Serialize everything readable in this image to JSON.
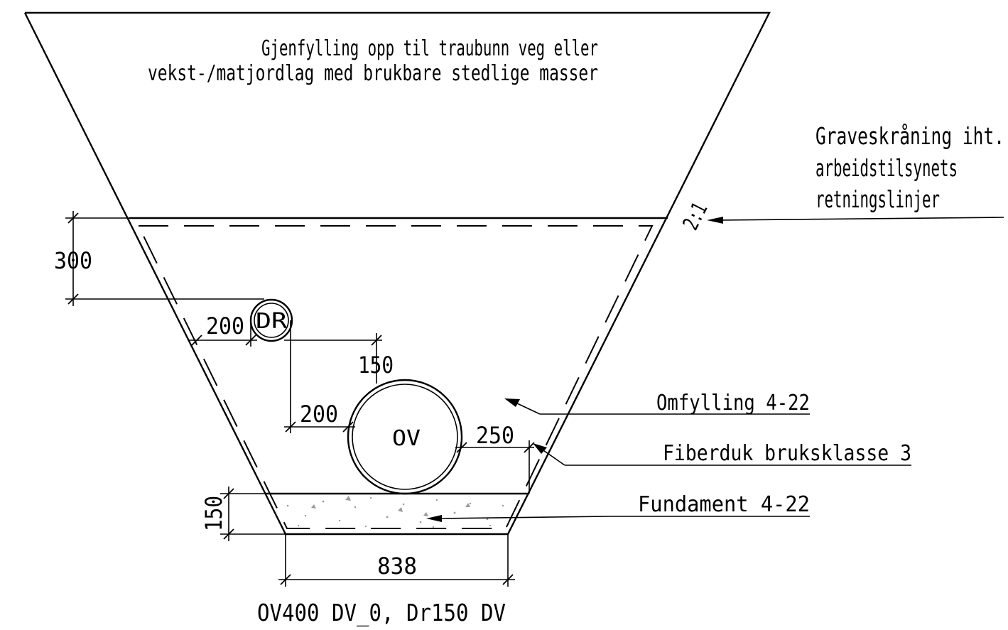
{
  "backfill_note": {
    "line1": "Gjenfylling opp til traubunn veg eller",
    "line2": "vekst-/matjordlag med brukbare stedlige masser"
  },
  "slope_note": {
    "line1": "Graveskråning iht.",
    "line2": "arbeidstilsynets",
    "line3": "retningslinjer",
    "ratio": "2:1"
  },
  "pipes": {
    "drain_label": "DR",
    "storm_label": "OV"
  },
  "dimensions": {
    "cover_depth": "300",
    "dr_side_clearance": "200",
    "dr_to_ov_offset": "150",
    "ov_left_clearance": "200",
    "ov_right_clearance": "250",
    "bedding_thickness": "150",
    "trench_bottom_width": "838"
  },
  "layers": {
    "pipe_surround": "Omfylling 4-22",
    "geotextile": "Fiberduk bruksklasse 3",
    "foundation": "Fundament 4-22"
  },
  "caption": "OV400 DV_0, Dr150 DV"
}
